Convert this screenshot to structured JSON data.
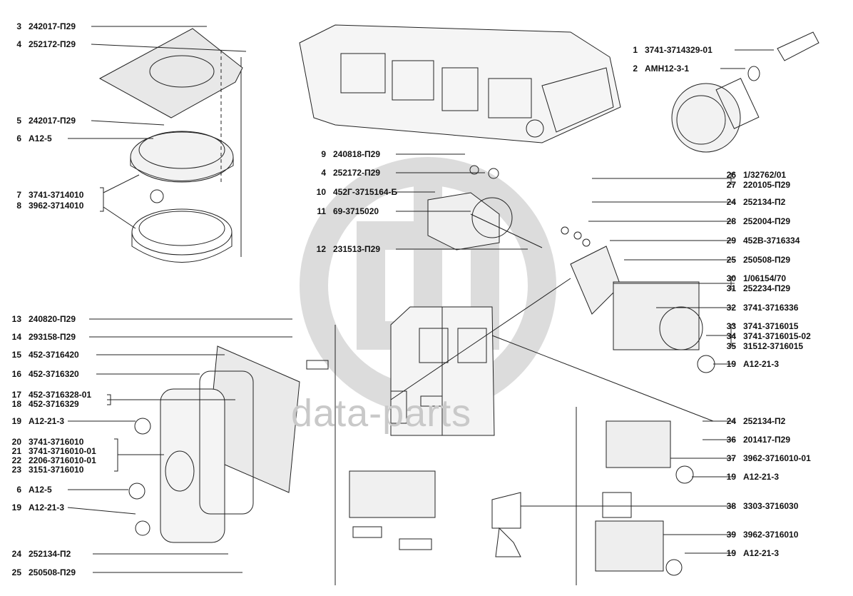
{
  "watermark": {
    "text": "data-parts"
  },
  "callouts": [
    {
      "num": "3",
      "code": "242017-П29"
    },
    {
      "num": "4",
      "code": "252172-П29"
    },
    {
      "num": "5",
      "code": "242017-П29"
    },
    {
      "num": "6",
      "code": "A12-5"
    },
    {
      "num": "7",
      "code": "3741-3714010"
    },
    {
      "num": "8",
      "code": "3962-3714010"
    },
    {
      "num": "13",
      "code": "240820-П29"
    },
    {
      "num": "14",
      "code": "293158-П29"
    },
    {
      "num": "15",
      "code": "452-3716420"
    },
    {
      "num": "16",
      "code": "452-3716320"
    },
    {
      "num": "17",
      "code": "452-3716328-01"
    },
    {
      "num": "18",
      "code": "452-3716329"
    },
    {
      "num": "19",
      "code": "A12-21-3"
    },
    {
      "num": "20",
      "code": "3741-3716010"
    },
    {
      "num": "21",
      "code": "3741-3716010-01"
    },
    {
      "num": "22",
      "code": "2206-3716010-01"
    },
    {
      "num": "23",
      "code": "3151-3716010"
    },
    {
      "num": "6",
      "code": "A12-5"
    },
    {
      "num": "19",
      "code": "A12-21-3"
    },
    {
      "num": "24",
      "code": "252134-П2"
    },
    {
      "num": "25",
      "code": "250508-П29"
    },
    {
      "num": "9",
      "code": "240818-П29"
    },
    {
      "num": "4",
      "code": "252172-П29"
    },
    {
      "num": "10",
      "code": "452Г-3715164-Б"
    },
    {
      "num": "11",
      "code": "69-3715020"
    },
    {
      "num": "12",
      "code": "231513-П29"
    },
    {
      "num": "1",
      "code": "3741-3714329-01"
    },
    {
      "num": "2",
      "code": "АМН12-3-1"
    },
    {
      "num": "26",
      "code": "1/32762/01"
    },
    {
      "num": "27",
      "code": "220105-П29"
    },
    {
      "num": "24",
      "code": "252134-П2"
    },
    {
      "num": "28",
      "code": "252004-П29"
    },
    {
      "num": "29",
      "code": "452В-3716334"
    },
    {
      "num": "25",
      "code": "250508-П29"
    },
    {
      "num": "30",
      "code": "1/06154/70"
    },
    {
      "num": "31",
      "code": "252234-П29"
    },
    {
      "num": "32",
      "code": "3741-3716336"
    },
    {
      "num": "33",
      "code": "3741-3716015"
    },
    {
      "num": "34",
      "code": "3741-3716015-02"
    },
    {
      "num": "35",
      "code": "31512-3716015"
    },
    {
      "num": "19",
      "code": "A12-21-3"
    },
    {
      "num": "24",
      "code": "252134-П2"
    },
    {
      "num": "36",
      "code": "201417-П29"
    },
    {
      "num": "37",
      "code": "3962-3716010-01"
    },
    {
      "num": "19",
      "code": "A12-21-3"
    },
    {
      "num": "38",
      "code": "3303-3716030"
    },
    {
      "num": "39",
      "code": "3962-3716010"
    },
    {
      "num": "19",
      "code": "A12-21-3"
    }
  ]
}
